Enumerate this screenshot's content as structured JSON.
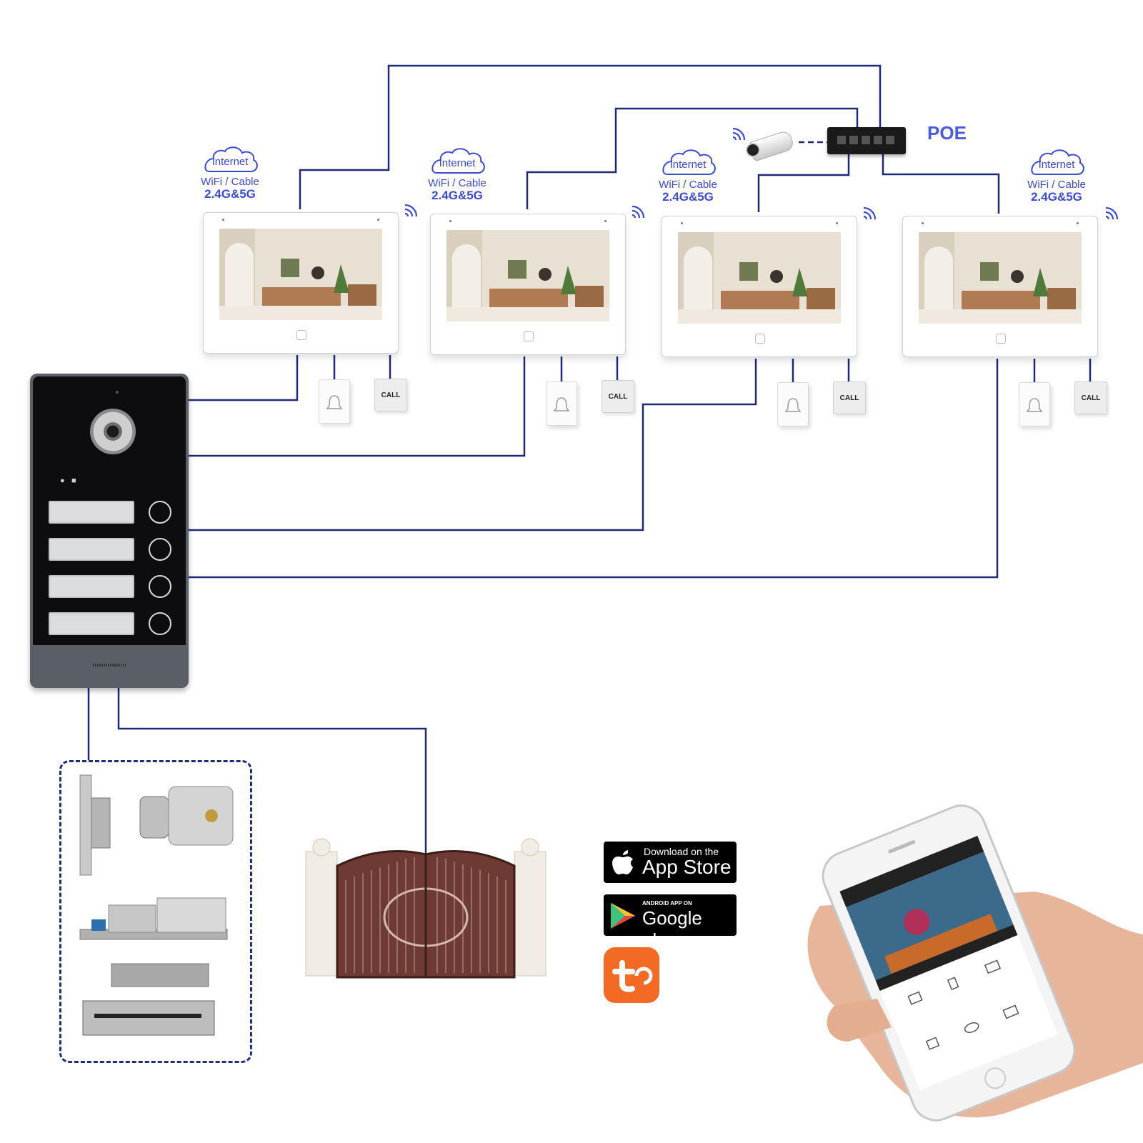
{
  "network": {
    "cloud_label": "Internet",
    "connection": "WiFi / Cable",
    "bands": "2.4G&5G"
  },
  "switch_label": "POE",
  "monitors": [
    {
      "id": "monitor-1"
    },
    {
      "id": "monitor-2"
    },
    {
      "id": "monitor-3"
    },
    {
      "id": "monitor-4"
    }
  ],
  "call_button_label": "CALL",
  "app_store": {
    "line1": "Download on the",
    "line2": "App Store"
  },
  "google_play": {
    "line1": "ANDROID APP ON",
    "line2": "Google play"
  },
  "colors": {
    "wire": "#1e2a78",
    "label_blue": "#3a4bd0",
    "poe_blue": "#4a5be0",
    "tuya_orange": "#f26a23"
  },
  "icons": {
    "wifi": "wifi-icon",
    "cloud": "cloud-icon",
    "bell": "bell-icon",
    "apple": "apple-icon",
    "play": "play-triangle-icon",
    "tuya": "tuya-icon"
  }
}
